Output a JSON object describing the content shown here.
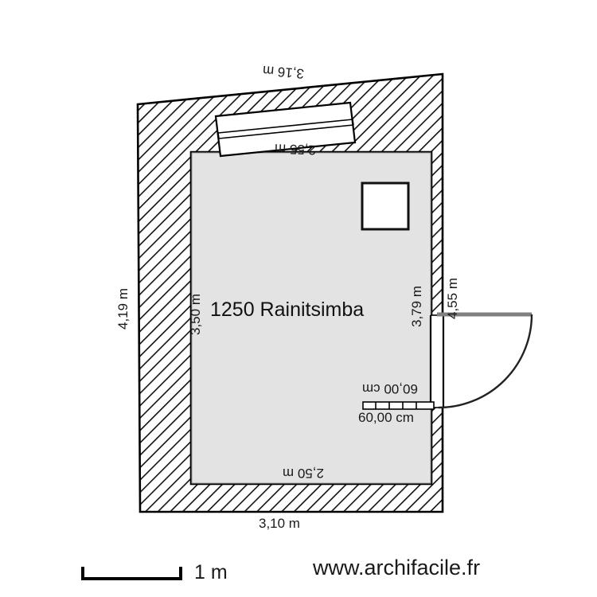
{
  "app": {
    "type": "floor-plan",
    "website": "www.archifacile.fr"
  },
  "plan": {
    "room_name": "1250 Rainitsimba",
    "room_fill_color": "#e3e3e3",
    "wall_fill_color": "#ffffff",
    "wall_line_color": "#000000",
    "door_leaf_color": "#808080"
  },
  "dimensions": {
    "top_outer": "3,16 m",
    "top_inner": "2,55 m",
    "left_outer": "4,19 m",
    "left_inner": "3,50 m",
    "right_inner": "3,79 m",
    "right_outer": "4,55 m",
    "bottom_outer": "3,10 m",
    "bottom_inner": "2,50 m",
    "door_width_upper": "60,00 cm",
    "door_width_lower": "60,00 cm"
  },
  "scale": {
    "label": "1 m"
  }
}
